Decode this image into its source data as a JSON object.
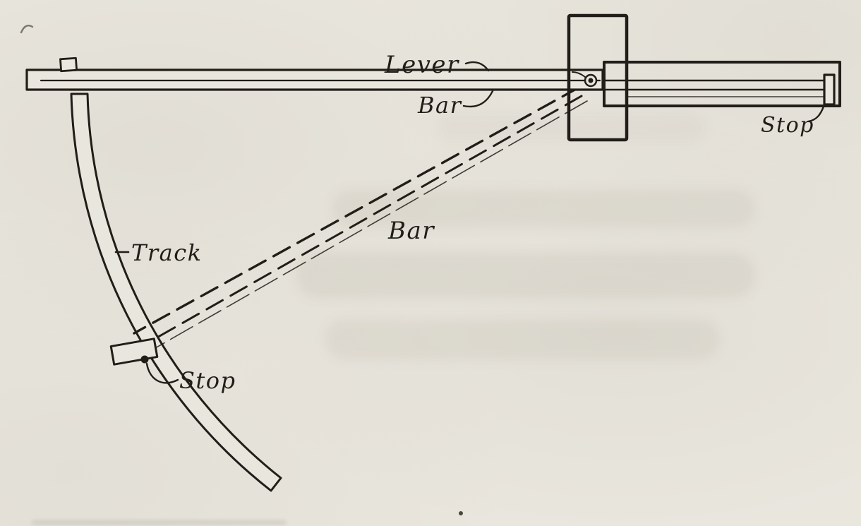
{
  "figure": {
    "labels": {
      "lever": "Lever",
      "bar_upper": "Bar",
      "bar_swung": "Bar",
      "track": "Track",
      "track_stop": "Stop",
      "bar_stop": "Stop"
    },
    "colors": {
      "ink": "#211e19",
      "paper": "#e9e6de"
    }
  }
}
